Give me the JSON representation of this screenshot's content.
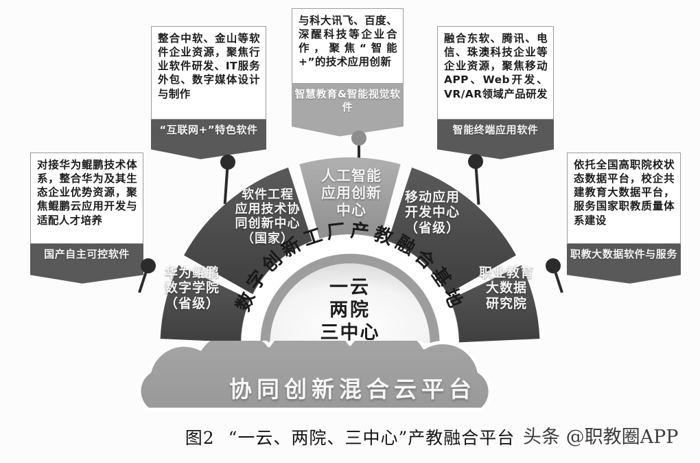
{
  "figure": {
    "caption_number": "图2",
    "caption_text": "“一云、两院、三中心”产教融合平台",
    "watermark": "头条 @职教圈APP"
  },
  "callouts": [
    {
      "id": "domestic-autonomous",
      "body": "对接华为鲲鹏技术体系，整合华为及其生态企业优势资源，聚焦鲲鹏云应用开发与适配人才培养",
      "label": "国产自主可控软件",
      "tone": "dark"
    },
    {
      "id": "internet-plus",
      "body": "整合中软、金山等软件企业资源，聚焦行业软件研发、IT服务外包、数字媒体设计与制作",
      "label": "“互联网+”特色软件",
      "tone": "dark"
    },
    {
      "id": "smart-education-vision",
      "body": "与科大讯飞、百度、深醒科技等企业合作，聚焦“智能+”的技术应用创新",
      "label": "智慧教育&智能视觉软件",
      "tone": "light"
    },
    {
      "id": "smart-terminal",
      "body": "融合东软、腾讯、电信、珠澳科技企业等企业资源，聚焦移动APP、Web开发、VR/AR领域产品研发",
      "label": "智能终端应用软件",
      "tone": "dark"
    },
    {
      "id": "vocational-bigdata",
      "body": "依托全国高职院校状态数据平台，校企共建教育大数据平台，服务国家职教质量体系建设",
      "label": "职教大数据软件与服务",
      "tone": "dark"
    }
  ],
  "wheel": {
    "segments": [
      {
        "id": "huawei-kunpeng-academy",
        "lines": [
          "华为鲲鹏",
          "数字学院",
          "（省级）"
        ],
        "tone": "dark"
      },
      {
        "id": "software-engineering-center",
        "lines": [
          "软件工程",
          "应用技术协",
          "同创新中心",
          "（国家）"
        ],
        "tone": "dark"
      },
      {
        "id": "ai-innovation-center",
        "lines": [
          "人工智能",
          "应用创新",
          "中心"
        ],
        "tone": "light"
      },
      {
        "id": "mobile-app-center",
        "lines": [
          "移动应用",
          "开发中心",
          "（省级）"
        ],
        "tone": "dark"
      },
      {
        "id": "vocational-bigdata-institute",
        "lines": [
          "职业教育",
          "大数据",
          "研究院"
        ],
        "tone": "dark"
      }
    ],
    "ring_arc_text": "数字创新工厂产教融合基地",
    "core_lines": [
      "一云",
      "两院",
      "三中心"
    ]
  },
  "cloud": {
    "label": "协同创新混合云平台"
  },
  "colors": {
    "segment_dark": "#4a4a4a",
    "segment_light": "#9a9a9a",
    "ring": "#ffffff",
    "ring_inner": "#9d9d9d",
    "cloud": "#9e9e9e",
    "callout_dark": "#595959",
    "callout_light": "#a8a8a8",
    "pin": "#2b2b2b",
    "text_dark": "#1c1c1c"
  }
}
